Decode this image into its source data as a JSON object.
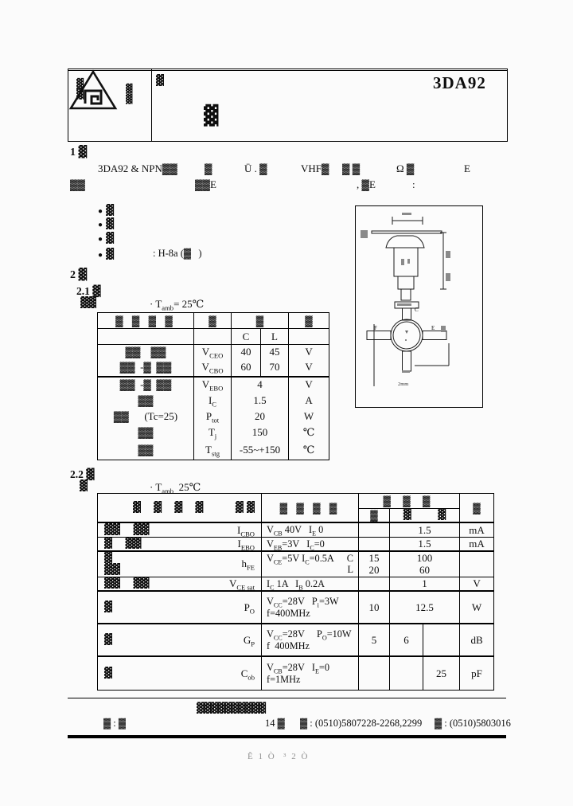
{
  "page": {
    "page_number": "Ê 1 Ò  ³ 2 Ò"
  },
  "header": {
    "part_number": "3DA92",
    "logo_left_glyphs": "▓▓",
    "logo_right_glyphs": "▓▓",
    "corner_glyph": "▓",
    "title_glyph": "▓"
  },
  "intro": {
    "section_no": "1",
    "section_glyph": "▓",
    "line1_tokens": [
      "3DA92 & NPN▓▓",
      "▓",
      "Ü . ▓",
      "VHF▓",
      "▓ ▓",
      "Ω ▓",
      "E"
    ],
    "line2_tokens": [
      "▓▓",
      "▓▓E",
      ", ▓E",
      ":"
    ],
    "bullets": [
      "▓",
      "▓",
      "▓",
      "▓"
    ],
    "bullet_note": ": H-8a (▓   )"
  },
  "sections": {
    "s2_no": "2",
    "s2_glyph": "▓",
    "s21_no": "2.1",
    "s21_glyph": "▓",
    "note1_glyph": "▓▓",
    "note1": "· T{amb}= 25℃",
    "s22_no": "2.2",
    "s22_glyph": "▓",
    "note2_glyph": "▓",
    "note2": "· T{amb}  25℃"
  },
  "table1": {
    "head": {
      "name": "▓  ▓  ▓  ▓",
      "symbol": "▓",
      "value": "▓",
      "unit": "▓",
      "sub_c": "C",
      "sub_l": "L"
    },
    "rows": [
      {
        "name": "▓▓    ▓▓",
        "sym": "V{CEO}",
        "c": "40",
        "l": "45",
        "unit": "V",
        "span": false
      },
      {
        "name": "▓▓  -▓  ▓▓",
        "sym": "V{CBO}",
        "c": "60",
        "l": "70",
        "unit": "V",
        "span": false
      },
      {
        "name": "▓▓  -▓  ▓▓",
        "sym": "V{EBO}",
        "c": "4",
        "l": "",
        "unit": "V",
        "span": true
      },
      {
        "name": "▓▓",
        "sym": "I{C}",
        "c": "1.5",
        "l": "",
        "unit": "A",
        "span": true
      },
      {
        "name": "▓▓      (Tc=25)",
        "sym": "P{tot}",
        "c": "20",
        "l": "",
        "unit": "W",
        "span": true
      },
      {
        "name": "▓▓",
        "sym": "T{j}",
        "c": "150",
        "l": "",
        "unit": "℃",
        "span": true
      },
      {
        "name": "▓▓",
        "sym": "T{stg}",
        "c": "-55~+150",
        "l": "",
        "unit": "℃",
        "span": true
      }
    ]
  },
  "table2": {
    "head": {
      "name1": "▓ ▓ ▓ ▓",
      "name2": "▓ ▓",
      "cond": "▓ ▓ ▓ ▓",
      "spec": "▓ ▓ ▓",
      "unit": "▓",
      "sub_min": "▓",
      "sub_typ": "▓",
      "sub_max": "▓"
    },
    "rows": [
      {
        "name": [
          "▓▓    ▓▓"
        ],
        "sym": "I{CBO}",
        "cond": [
          "V{CB} 40V   I{E} 0"
        ],
        "min": [
          ""
        ],
        "tm": [
          "1.5"
        ],
        "tmAlign": "r",
        "unit": "mA",
        "merge": true,
        "hb": 1
      },
      {
        "name": [
          "▓    ▓▓"
        ],
        "sym": "I{EBO}",
        "cond": [
          "V{EB}=3V   I{C}=0"
        ],
        "min": [
          ""
        ],
        "tm": [
          "1.5"
        ],
        "tmAlign": "r",
        "unit": "mA",
        "merge": true,
        "hb": 2
      },
      {
        "name": [
          "▓",
          "▓▓"
        ],
        "sym": "h{FE}",
        "cond": [
          "V{CE}=5V I{C}=0.5A"
        ],
        "condR": [
          "C",
          "L"
        ],
        "min": [
          "15",
          "20"
        ],
        "tm": [
          "100",
          "60"
        ],
        "tmAlign": "c",
        "unit": "",
        "merge": true,
        "hb": 1
      },
      {
        "name": [
          "▓▓    ▓▓"
        ],
        "sym": "V{CE sat}",
        "cond": [
          "I{C} 1A   I{B} 0.2A"
        ],
        "min": [
          ""
        ],
        "tm": [
          "1"
        ],
        "tmAlign": "r",
        "unit": "V",
        "merge": true,
        "hb": 2
      },
      {
        "name": [
          "▓"
        ],
        "sym": "P{O}",
        "cond": [
          "V{CC}=28V   P{i}=3W",
          "f=400MHz"
        ],
        "min": [
          "10"
        ],
        "tm": [
          "12.5"
        ],
        "tmAlign": "l",
        "unit": "W",
        "merge": true,
        "hb": 2
      },
      {
        "name": [
          "▓"
        ],
        "sym": "G{P}",
        "cond": [
          "V{CC}=28V     P{O}=10W",
          "f  400MHz"
        ],
        "min": [
          "5"
        ],
        "typ": [
          "6"
        ],
        "max": [
          ""
        ],
        "unit": "dB",
        "merge": false,
        "hb": 2
      },
      {
        "name": [
          "▓"
        ],
        "sym": "C{ob}",
        "cond": [
          "V{CB}=28V   I{E}=0",
          "f=1MHz"
        ],
        "min": [
          ""
        ],
        "typ": [
          ""
        ],
        "max": [
          "25"
        ],
        "unit": "pF",
        "merge": false,
        "hb": 0
      }
    ]
  },
  "drawing": {
    "top_lead": "C",
    "left_lead": "F",
    "right_lead": "E",
    "scale": "2mm"
  },
  "footer": {
    "company": "▓▓▓▓▓▓▓▓▓▓",
    "address": "▓ : ▓",
    "address_no": "14 ▓",
    "tel": "▓ : (0510)5807228-2268,2299",
    "fax": "▓ : (0510)5803016"
  }
}
